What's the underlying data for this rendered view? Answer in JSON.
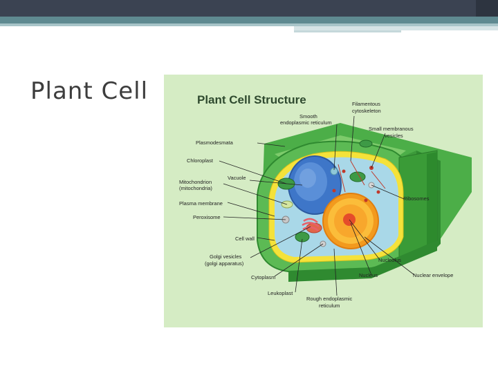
{
  "slide": {
    "title": "Plant Cell"
  },
  "figure": {
    "title": "Plant Cell Structure",
    "labels": {
      "filamentous_cytoskeleton_1": "Filamentous",
      "filamentous_cytoskeleton_2": "cytoskeleton",
      "smooth_er_1": "Smooth",
      "smooth_er_2": "endoplasmic reticulum",
      "small_vesicles_1": "Small membranous",
      "small_vesicles_2": "vesicles",
      "plasmodesmata": "Plasmodesmata",
      "chloroplast": "Chloroplast",
      "vacuole": "Vacuole",
      "mitochondrion_1": "Mitochondrion",
      "mitochondrion_2": "(mitochondria)",
      "ribosomes": "Ribosomes",
      "plasma_membrane": "Plasma membrane",
      "peroxisome": "Peroxisome",
      "cell_wall": "Cell wall",
      "golgi_1": "Golgi vesicles",
      "golgi_2": "(golgi apparatus)",
      "nucleolus": "Nucleolus",
      "nucleus": "Nucleus",
      "nuclear_envelope": "Nuclear envelope",
      "cytoplasm": "Cytoplasm",
      "leukoplast": "Leukoplast",
      "rough_er_1": "Rough endoplasmic",
      "rough_er_2": "reticulum"
    }
  },
  "colors": {
    "header_bar": "#3b4352",
    "accent_teal": "#5f8a91",
    "figure_background": "#d5ecc4",
    "cell_wall_green": "#3da33a",
    "cytoplasm_blue": "#a9d8e8",
    "vacuole_blue": "#3e76c8",
    "nucleus_orange": "#f29a1e",
    "membrane_yellow": "#f5e23a"
  }
}
